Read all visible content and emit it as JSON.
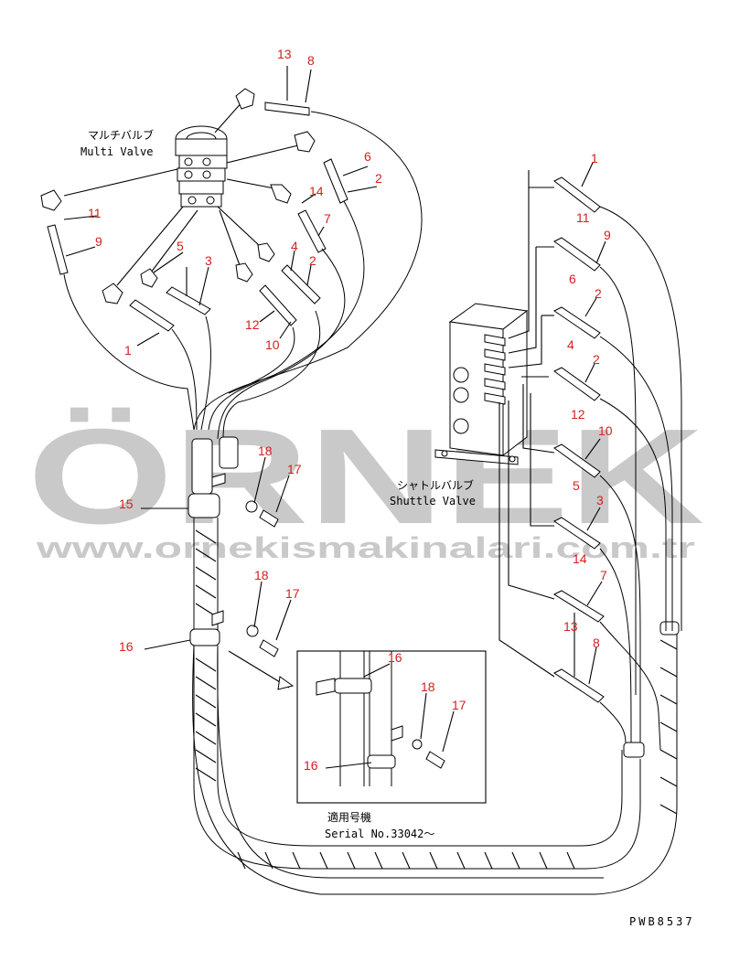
{
  "watermark": {
    "brand": "ÖRNEK",
    "url": "www.ornekismakinalari.com.tr"
  },
  "labels": {
    "multi_valve_jp": "マルチバルブ",
    "multi_valve_en": "Multi Valve",
    "shuttle_valve_jp": "シャトルバルブ",
    "shuttle_valve_en": "Shuttle Valve",
    "applicable_jp": "適用号機",
    "serial": "Serial No.33042〜",
    "drawing_id": "PWB8537"
  },
  "callouts": {
    "c13a": "13",
    "c8a": "8",
    "c6a": "6",
    "c2a": "2",
    "c14a": "14",
    "c7a": "7",
    "c11a": "11",
    "c9a": "9",
    "c5a": "5",
    "c3a": "3",
    "c4a": "4",
    "c2b": "2",
    "c12a": "12",
    "c10a": "10",
    "c1a": "1",
    "c18a": "18",
    "c17a": "17",
    "c15": "15",
    "c18b": "18",
    "c17b": "17",
    "c16a": "16",
    "r1": "1",
    "r11": "11",
    "r9": "9",
    "r6": "6",
    "r2a": "2",
    "r4": "4",
    "r2b": "2",
    "r12": "12",
    "r10": "10",
    "r5": "5",
    "r3": "3",
    "r14": "14",
    "r7": "7",
    "r13": "13",
    "r8": "8",
    "d16a": "16",
    "d18": "18",
    "d17": "17",
    "d16b": "16"
  },
  "colors": {
    "callout": "#d42020",
    "watermark": "#c9c9c9",
    "line": "#000000"
  }
}
